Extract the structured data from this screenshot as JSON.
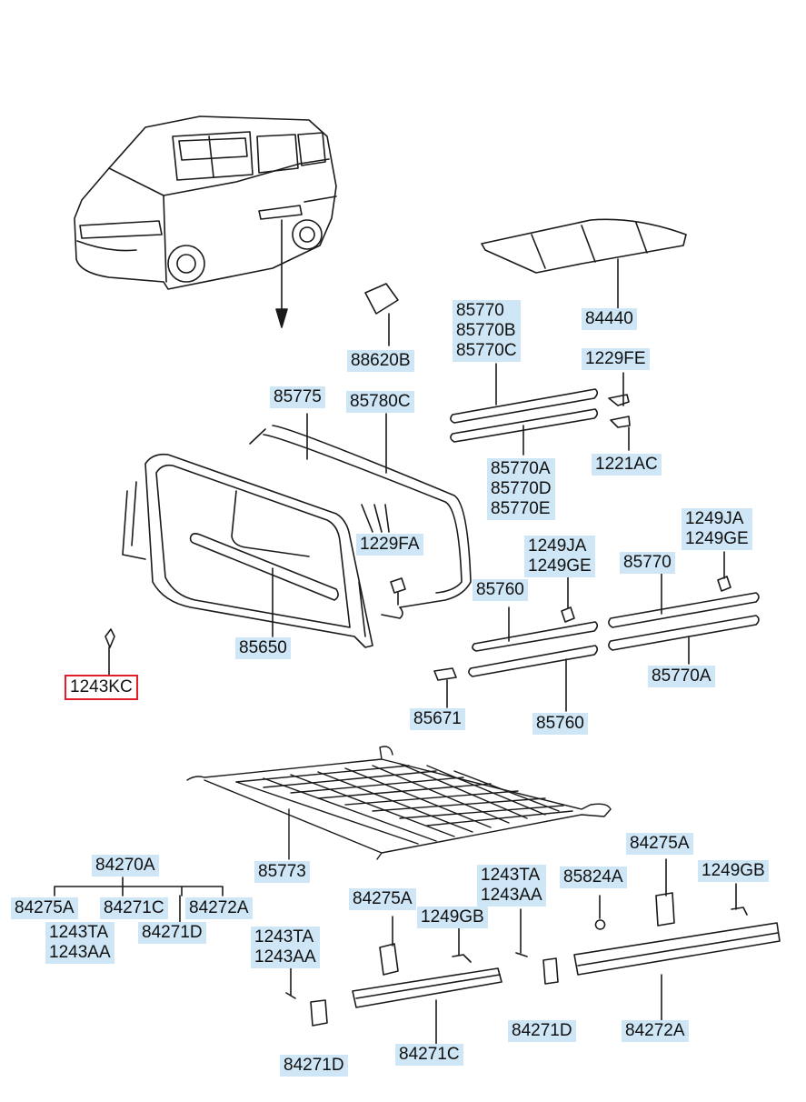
{
  "labels": {
    "l_84440": "84440",
    "l_85770_group": "85770\n85770B\n85770C",
    "l_88620B": "88620B",
    "l_1229FE": "1229FE",
    "l_85775": "85775",
    "l_85780C": "85780C",
    "l_1221AC": "1221AC",
    "l_85770A_group": "85770A\n85770D\n85770E",
    "l_1229FA": "1229FA",
    "l_1249JA_GE_a": "1249JA\n1249GE",
    "l_1249JA_GE_b": "1249JA\n1249GE",
    "l_85760_a": "85760",
    "l_85770_b": "85770",
    "l_85650": "85650",
    "l_1243KC": "1243KC",
    "l_85770A_b": "85770A",
    "l_85671": "85671",
    "l_85760_b": "85760",
    "l_85773": "85773",
    "l_84270A": "84270A",
    "l_84275A_a": "84275A",
    "l_84271C_a": "84271C",
    "l_84272A_a": "84272A",
    "l_1243TA_AA_a": "1243TA\n1243AA",
    "l_84271D_a": "84271D",
    "l_84275A_b": "84275A",
    "l_1243TA_AA_b": "1243TA\n1243AA",
    "l_85824A": "85824A",
    "l_1249GB_a": "1249GB",
    "l_84275A_c": "84275A",
    "l_1249GB_b": "1249GB",
    "l_1243TA_AA_c": "1243TA\n1243AA",
    "l_84271D_b": "84271D",
    "l_84271C_b": "84271C",
    "l_84271D_c": "84271D",
    "l_84272A_b": "84272A"
  },
  "selected_label": "1243KC",
  "colors": {
    "label_background": "#cfe6f6",
    "selected_outline": "#e0202a",
    "line_art": "#1a1a1a"
  },
  "icons": [
    "van-illustration",
    "rear-window-frame",
    "cargo-net",
    "clip-icon",
    "screw-icon",
    "bracket-icon"
  ]
}
